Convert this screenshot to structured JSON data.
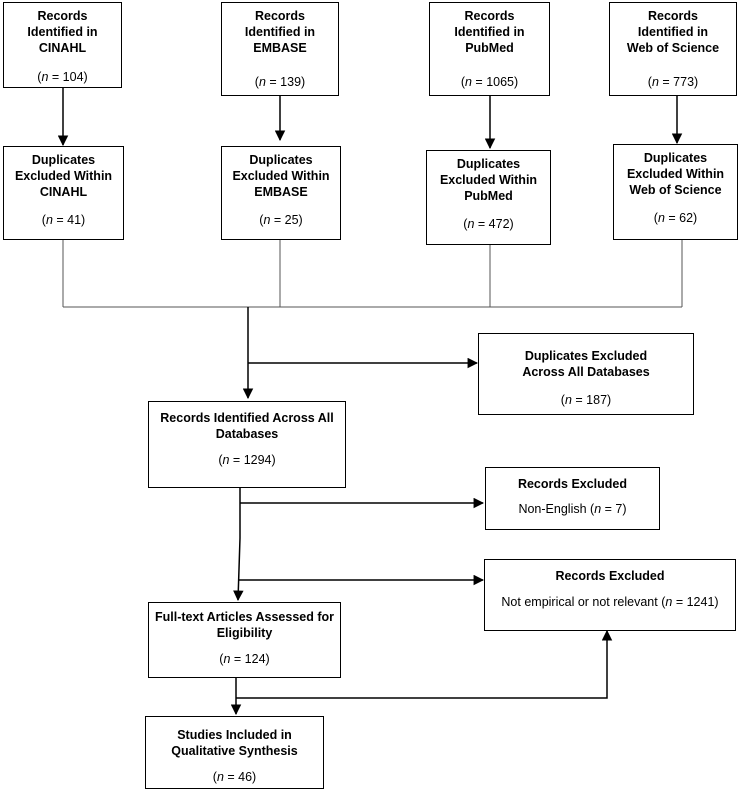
{
  "boxes": {
    "rec_cinahl": {
      "title": "Records Identified in CINAHL",
      "count": "104"
    },
    "rec_embase": {
      "title": "Records Identified in EMBASE",
      "count": "139"
    },
    "rec_pubmed": {
      "title": "Records Identified in PubMed",
      "count": "1065"
    },
    "rec_wos": {
      "title": "Records Identified in Web of Science",
      "count": "773"
    },
    "dup_cinahl": {
      "title": "Duplicates Excluded Within CINAHL",
      "count": "41"
    },
    "dup_embase": {
      "title": "Duplicates Excluded Within EMBASE",
      "count": "25"
    },
    "dup_pubmed": {
      "title": "Duplicates Excluded Within PubMed",
      "count": "472"
    },
    "dup_wos": {
      "title": "Duplicates Excluded Within Web of Science",
      "count": "62"
    },
    "dup_all": {
      "title": "Duplicates Excluded Across All Databases",
      "count": "187"
    },
    "rec_all": {
      "title": "Records Identified Across All Databases",
      "count": "1294"
    },
    "excl_lang": {
      "title": "Records Excluded",
      "detail": "Non-English",
      "count": "7"
    },
    "excl_emp": {
      "title": "Records Excluded",
      "detail": "Not empirical or not relevant",
      "count": "1241"
    },
    "fulltext": {
      "title": "Full-text Articles Assessed for Eligibility",
      "count": "124"
    },
    "included": {
      "title": "Studies Included in Qualitative Synthesis",
      "count": "46"
    }
  },
  "labels": {
    "n_symbol": "n",
    "eq": " = ",
    "open": "(",
    "close": ")"
  },
  "colors": {
    "line": "#000000",
    "connector": "#555555"
  }
}
